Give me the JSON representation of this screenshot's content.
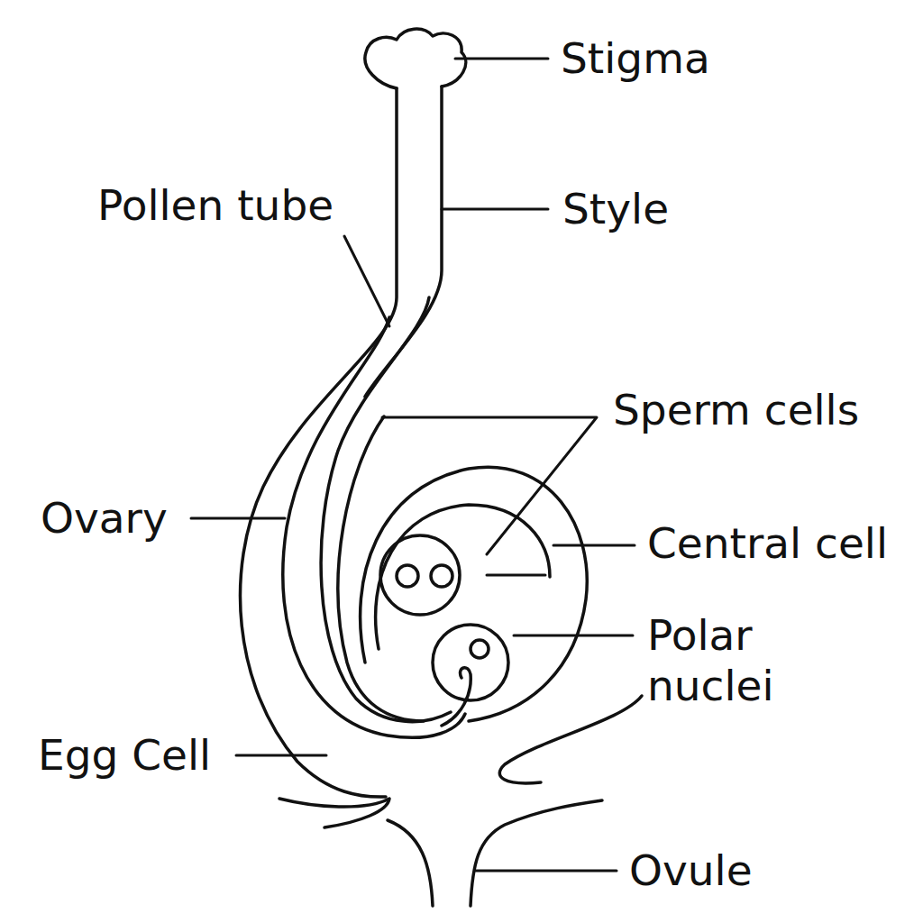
{
  "diagram": {
    "labels": [
      "Stigma",
      "Pollen tube",
      "Style",
      "Sperm cells",
      "Ovary",
      "Central cell",
      "Polar nuclei",
      "Egg Cell",
      "Ovule"
    ]
  }
}
